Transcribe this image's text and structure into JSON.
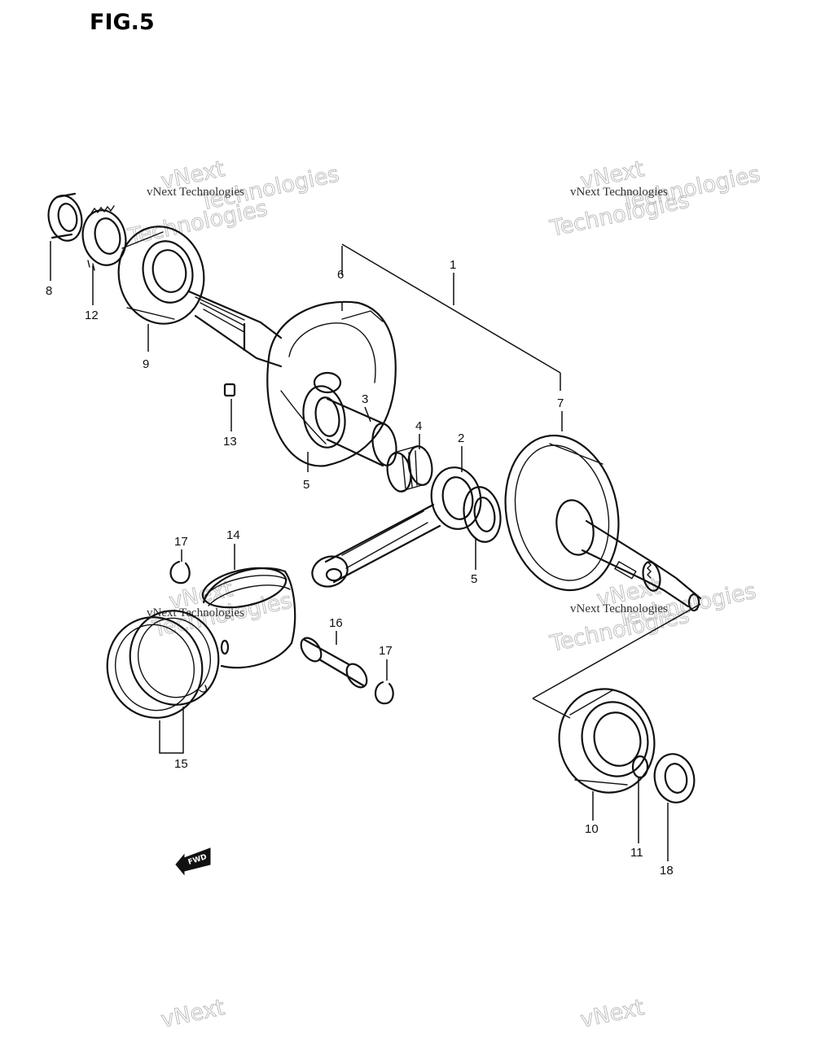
{
  "figure": {
    "title": "FIG.5"
  },
  "callouts": {
    "c1": "1",
    "c2": "2",
    "c3": "3",
    "c4": "4",
    "c5a": "5",
    "c5b": "5",
    "c6": "6",
    "c7": "7",
    "c8": "8",
    "c9": "9",
    "c10": "10",
    "c11": "11",
    "c12": "12",
    "c13": "13",
    "c14": "14",
    "c15": "15",
    "c16": "16",
    "c17a": "17",
    "c17b": "17",
    "c18": "18"
  },
  "watermark": {
    "brand": "vNext",
    "line": "vNext Technologies",
    "word": "Technologies"
  },
  "direction_marker": {
    "label": "FWD",
    "icon": "forward-arrow-icon"
  },
  "colors": {
    "ink": "#111111",
    "watermark": "#bfbfbf",
    "background": "#ffffff"
  }
}
